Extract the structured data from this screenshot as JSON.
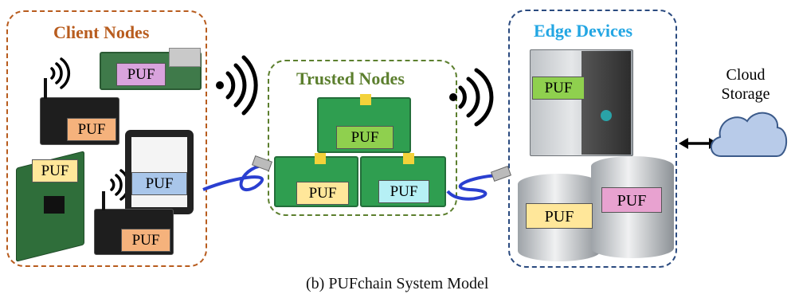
{
  "groups": {
    "client": {
      "title": "Client Nodes",
      "color": "#b85c1e"
    },
    "trusted": {
      "title": "Trusted Nodes",
      "color": "#5c7f2e"
    },
    "edge": {
      "title": "Edge Devices",
      "color": "#23a6e3",
      "border_color": "#2a4a7f"
    }
  },
  "puf_label": "PUF",
  "puf_colors": {
    "purple": "#d9a3dd",
    "orange": "#f5b27c",
    "yellow": "#ffe79a",
    "blue": "#a9c6ea",
    "green": "#8fd04e",
    "cyan": "#b6f0f5",
    "pink": "#e8a2d0"
  },
  "cloud": {
    "label_line1": "Cloud",
    "label_line2": "Storage",
    "color": "#b8cbe9"
  },
  "caption": "(b) PUFchain System Model"
}
